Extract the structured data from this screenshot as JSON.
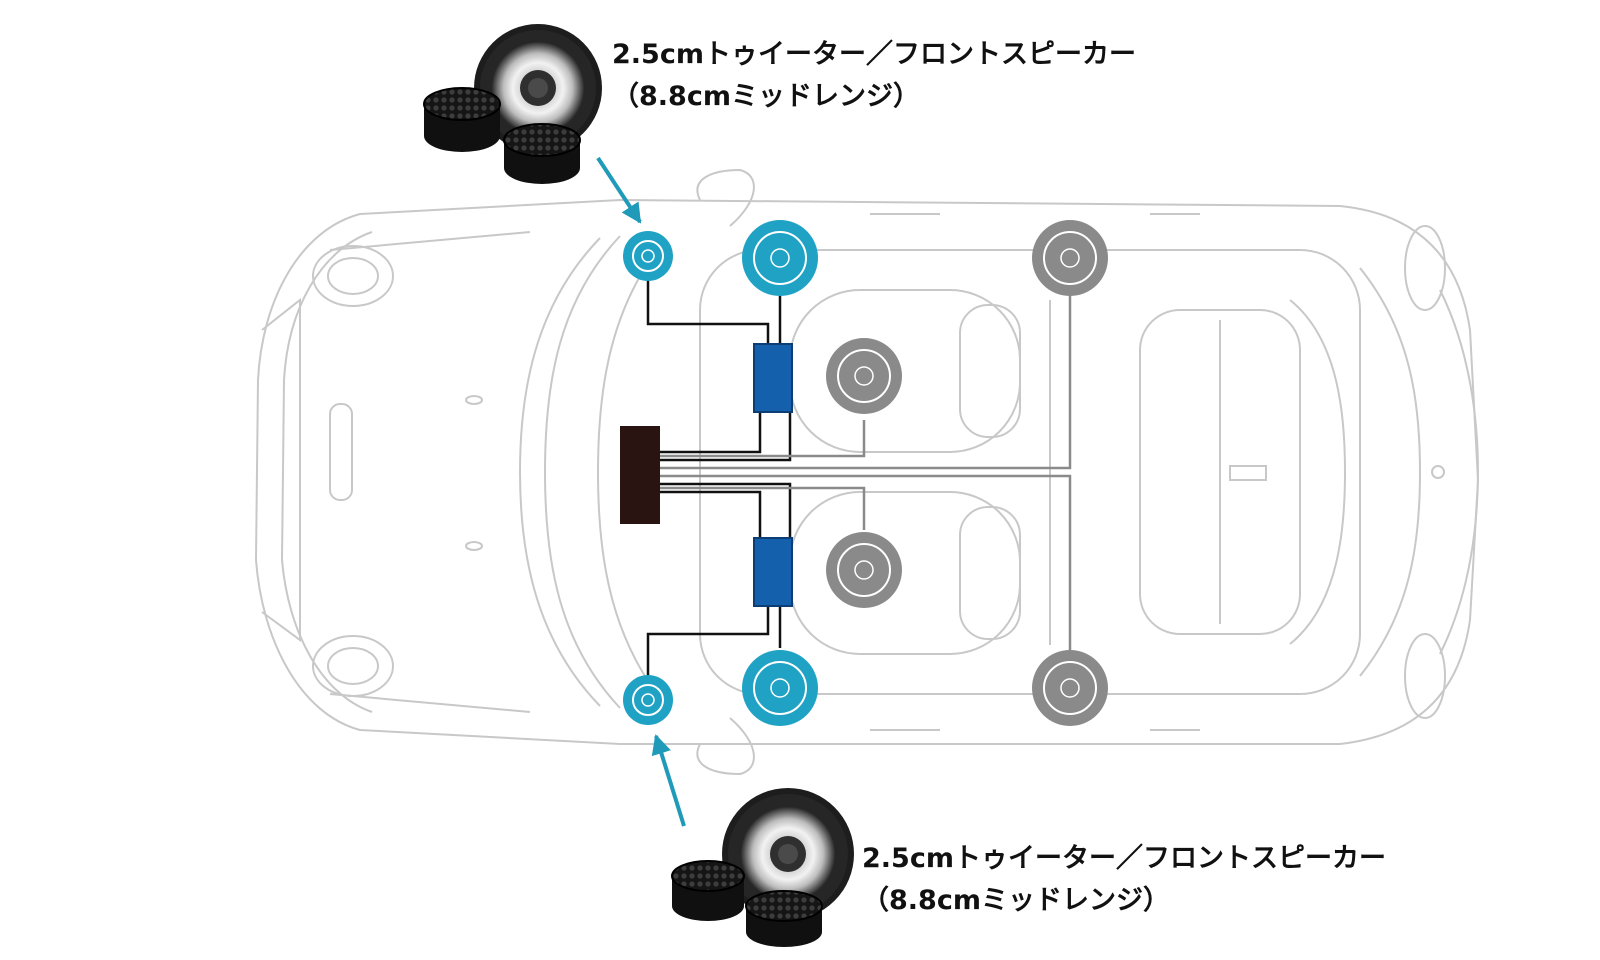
{
  "callouts": {
    "top": {
      "line1": "2.5cmトゥイーター／フロントスピーカー",
      "line2": "（8.8cmミッドレンジ）"
    },
    "bottom": {
      "line1": "2.5cmトゥイーター／フロントスピーカー",
      "line2": "（8.8cmミッドレンジ）"
    }
  },
  "colors": {
    "highlight_speaker": "#1fa2c4",
    "inactive_speaker": "#8a8a8a",
    "crossover": "#1460ad",
    "amplifier": "#2a1411",
    "car_outline": "#c8c8c8",
    "wiring": "#111111",
    "arrow": "#1f9ab8"
  }
}
